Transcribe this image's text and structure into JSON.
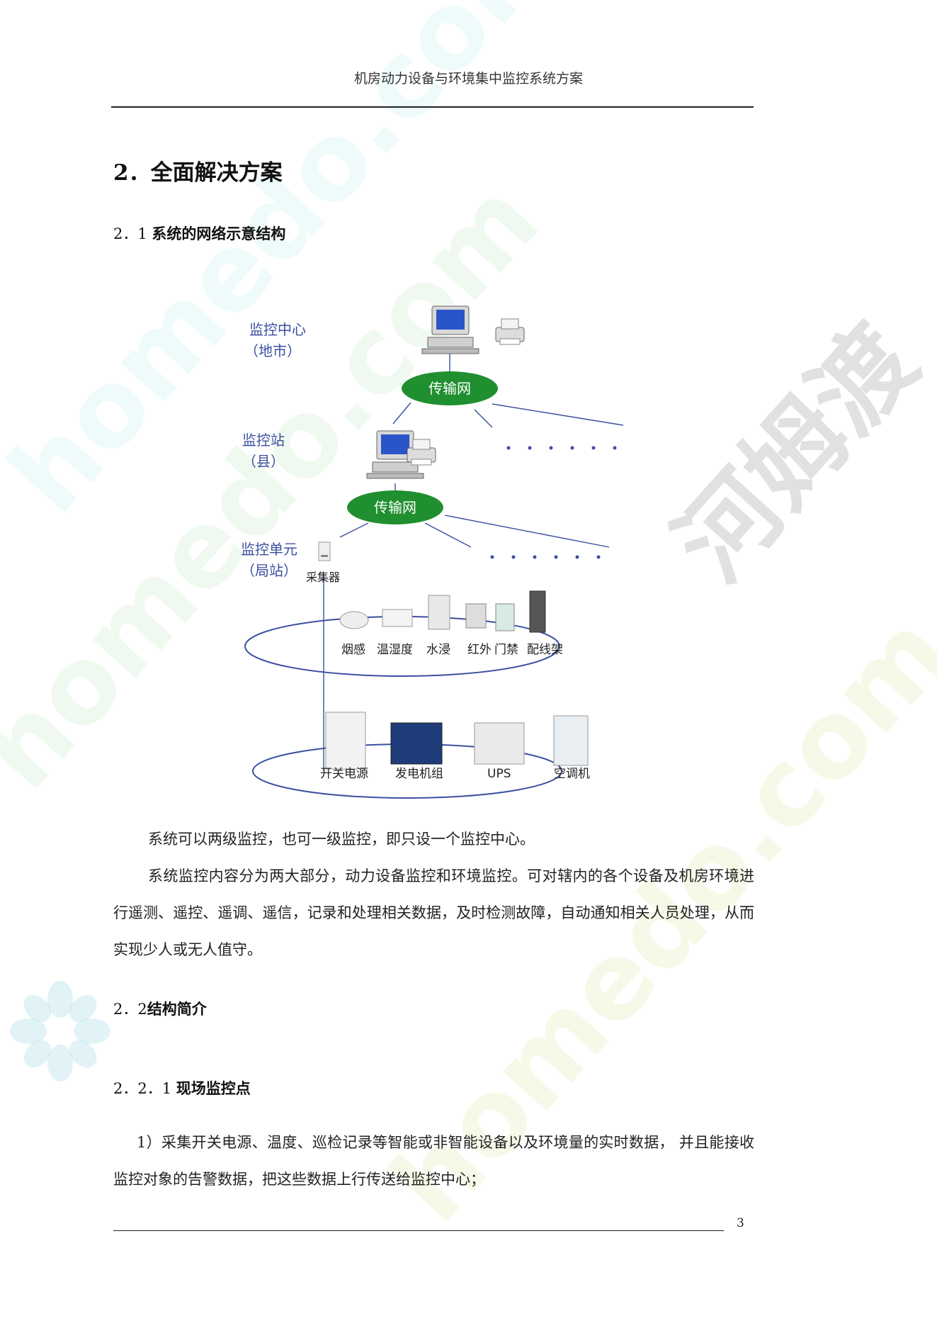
{
  "header": {
    "title": "机房动力设备与环境集中监控系统方案"
  },
  "section": {
    "number": "2．",
    "title": "全面解决方案"
  },
  "subsection_1": {
    "number": "2．1",
    "title": "系统的网络示意结构"
  },
  "diagram": {
    "center_label": "监控中心",
    "center_sub": "（地市）",
    "station_label": "监控站",
    "station_sub": "（县）",
    "unit_label": "监控单元",
    "unit_sub": "（局站）",
    "network_1": "传输网",
    "network_2": "传输网",
    "collector": "采集器",
    "env_devices": [
      "烟感",
      "温湿度",
      "水浸",
      "红外",
      "门禁",
      "配线架"
    ],
    "power_devices": [
      "开关电源",
      "发电机组",
      "UPS",
      "空调机"
    ],
    "colors": {
      "network_fill": "#1f8f2f",
      "label_blue": "#3a4fa0",
      "ellipse_stroke": "#3a4fa0"
    }
  },
  "paragraphs": {
    "p1": "系统可以两级监控，也可一级监控，即只设一个监控中心。",
    "p2": "系统监控内容分为两大部分，动力设备监控和环境监控。可对辖内的各个设备及机房环境进行遥测、遥控、遥调、遥信，记录和处理相关数据，及时检测故障，自动通知相关人员处理，从而实现少人或无人值守。"
  },
  "subsection_2": {
    "number": "2．2",
    "title": "结构简介"
  },
  "subsection_3": {
    "number": "2．2．1",
    "title": "现场监控点"
  },
  "list": {
    "item1": "1）采集开关电源、温度、巡检记录等智能或非智能设备以及环境量的实时数据， 并且能接收监控对象的告警数据，把这些数据上行传送给监控中心；"
  },
  "footer": {
    "page_number": "3"
  },
  "watermark": {
    "text_1": "homedo.com",
    "text_2": "河姆渡"
  }
}
